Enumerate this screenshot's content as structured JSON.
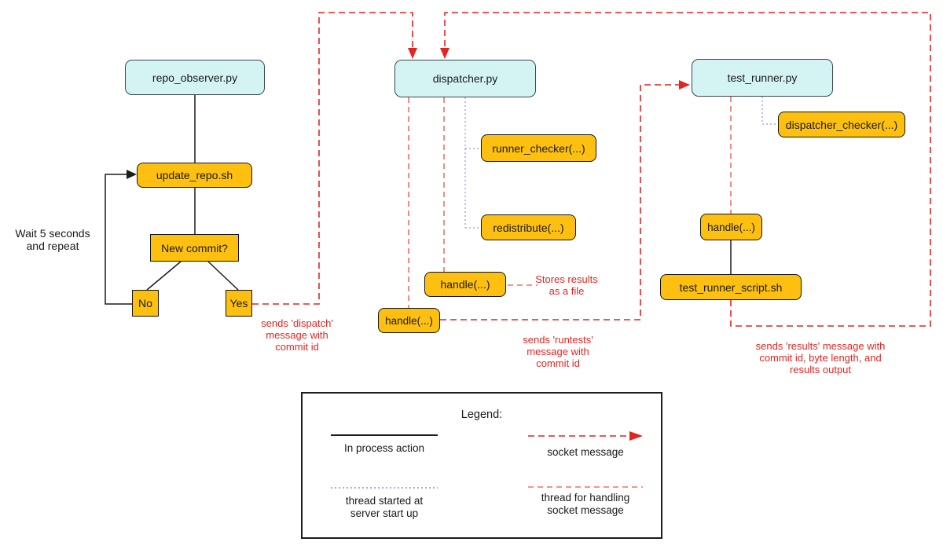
{
  "colors": {
    "node-fill": "#d4f4f4",
    "node-border": "#37474f",
    "func-fill": "#fdc010",
    "func-border": "#141414",
    "socket-red": "#e32421",
    "thread-red": "#ef6e6e",
    "thread-blue": "#a3abe8"
  },
  "nodes": {
    "repo_observer": {
      "label": "repo_observer.py"
    },
    "dispatcher": {
      "label": "dispatcher.py"
    },
    "test_runner": {
      "label": "test_runner.py"
    },
    "update_repo": {
      "label": "update_repo.sh"
    },
    "new_commit": {
      "label": "New commit?"
    },
    "no": {
      "label": "No"
    },
    "yes": {
      "label": "Yes"
    },
    "runner_checker": {
      "label": "runner_checker(...)"
    },
    "redistribute": {
      "label": "redistribute(...)"
    },
    "dispatcher_handle_results": {
      "label": "handle(...)"
    },
    "dispatcher_handle_dispatch": {
      "label": "handle(...)"
    },
    "dispatcher_checker": {
      "label": "dispatcher_checker(...)"
    },
    "runner_handle": {
      "label": "handle(...)"
    },
    "test_runner_script": {
      "label": "test_runner_script.sh"
    }
  },
  "annotations": {
    "wait_repeat": {
      "lines": [
        "Wait 5 seconds",
        "and repeat"
      ]
    },
    "dispatch_msg": {
      "lines": [
        "sends 'dispatch'",
        "message with",
        "commit id"
      ]
    },
    "stores_results": {
      "lines": [
        "Stores results",
        "as a file"
      ]
    },
    "runtests_msg": {
      "lines": [
        "sends 'runtests'",
        "message with",
        "commit id"
      ]
    },
    "results_msg": {
      "lines": [
        "sends 'results' message with",
        "commit id, byte length, and",
        "results output"
      ]
    }
  },
  "legend": {
    "title": "Legend:",
    "items": [
      {
        "label_lines": [
          "In process action"
        ]
      },
      {
        "label_lines": [
          "socket message"
        ]
      },
      {
        "label_lines": [
          "thread started at",
          "server start up"
        ]
      },
      {
        "label_lines": [
          "thread for handling",
          "socket message"
        ]
      }
    ]
  }
}
